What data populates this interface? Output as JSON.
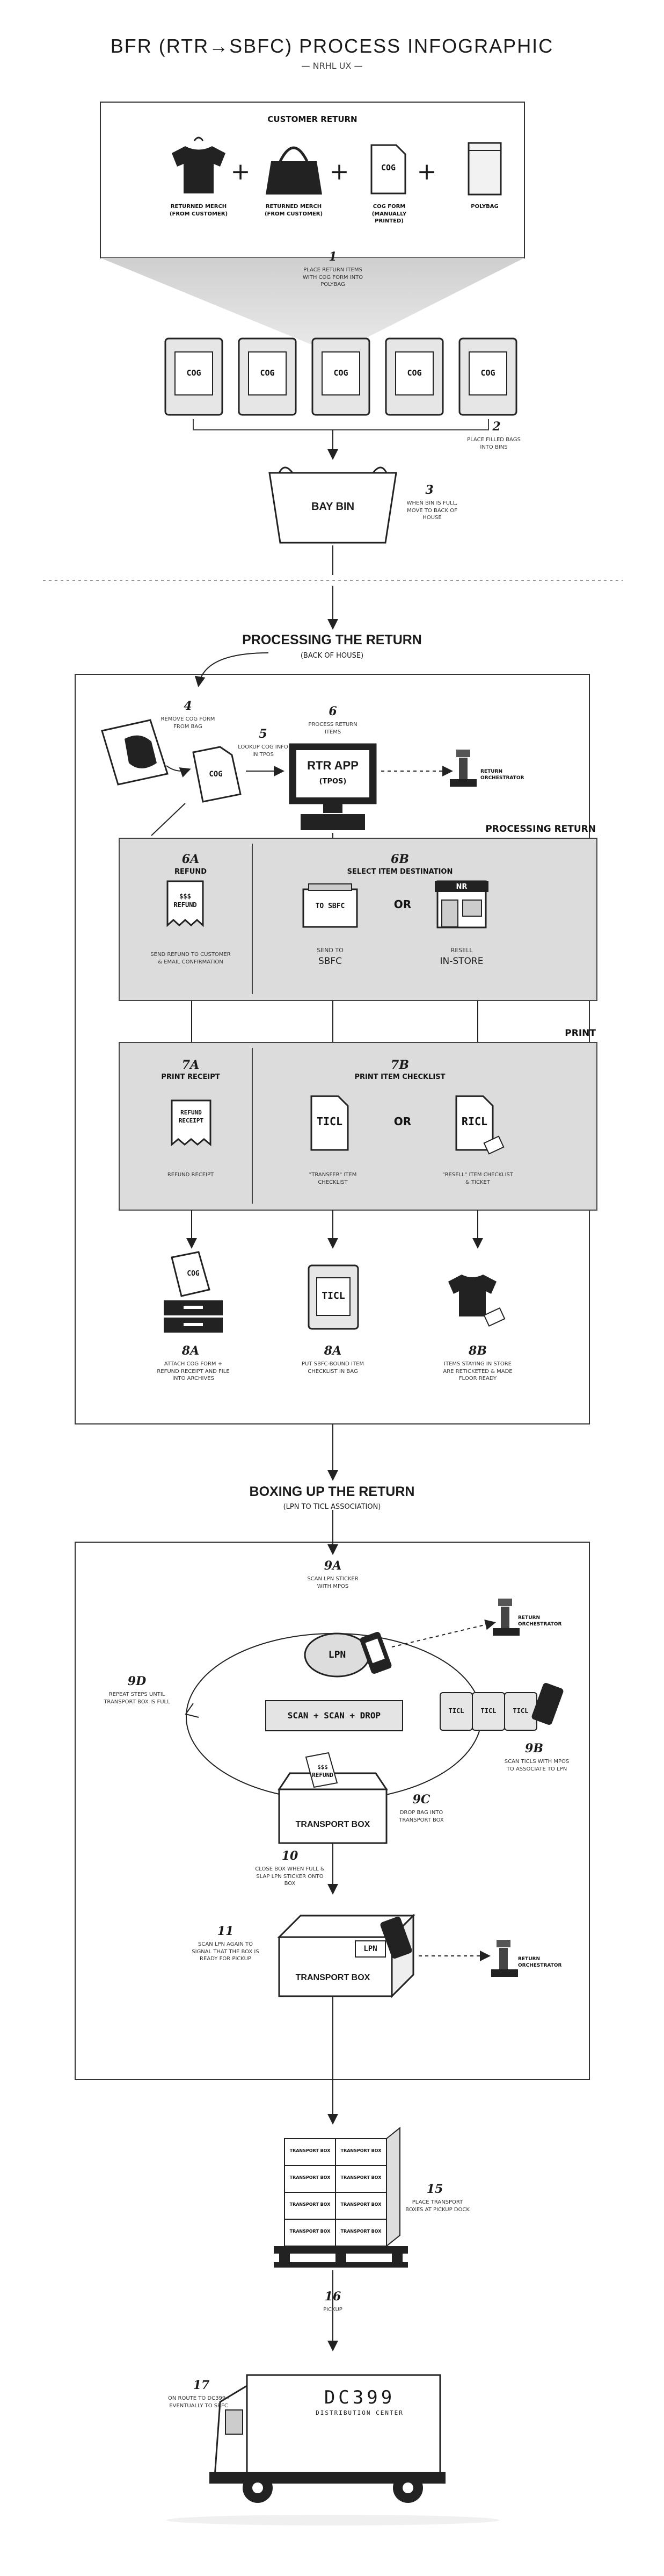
{
  "header": {
    "title": "BFR (RTR→SBFC) PROCESS INFOGRAPHIC",
    "subtitle": "— NRHL UX —"
  },
  "customer_return": {
    "title": "CUSTOMER RETURN",
    "items": [
      {
        "label": "RETURNED MERCH (FROM CUSTOMER)",
        "icon": "tshirt-icon"
      },
      {
        "label": "RETURNED MERCH (FROM CUSTOMER)",
        "icon": "handbag-icon"
      },
      {
        "label": "COG FORM (MANUALLY PRINTED)",
        "icon": "cog-form-icon",
        "text": "COG"
      },
      {
        "label": "POLYBAG",
        "icon": "polybag-icon"
      }
    ],
    "plus": "+"
  },
  "steps": {
    "s1": {
      "num": "1",
      "text": "PLACE RETURN ITEMS WITH COG FORM INTO POLYBAG"
    },
    "bags": [
      "COG",
      "COG",
      "COG",
      "COG",
      "COG"
    ],
    "s2": {
      "num": "2",
      "text": "PLACE FILLED BAGS INTO BINS"
    },
    "bin": "BAY BIN",
    "s3": {
      "num": "3",
      "text": "WHEN BIN IS FULL, MOVE TO BACK OF HOUSE"
    }
  },
  "processing": {
    "title": "PROCESSING THE RETURN",
    "subtitle": "(BACK OF HOUSE)",
    "s4": {
      "num": "4",
      "text": "REMOVE COG FORM FROM BAG"
    },
    "s5": {
      "num": "5",
      "text": "LOOKUP COG INFO IN TPOS"
    },
    "s6": {
      "num": "6",
      "text": "PROCESS RETURN ITEMS"
    },
    "cog": "COG",
    "app": {
      "line1": "RTR APP",
      "line2": "(TPOS)"
    },
    "orchestrator": "RETURN ORCHESTRATOR",
    "band1": "PROCESSING RETURN",
    "s6a": {
      "num": "6A",
      "title": "REFUND",
      "icon_text": "$$$ REFUND",
      "text": "SEND REFUND TO CUSTOMER & EMAIL CONFIRMATION"
    },
    "s6b": {
      "num": "6B",
      "title": "SELECT ITEM DESTINATION",
      "opt1_box": "TO SBFC",
      "opt1_a": "SEND TO",
      "opt1_b": "SBFC",
      "or": "OR",
      "opt2_store": "NR",
      "opt2_a": "RESELL",
      "opt2_b": "IN-STORE"
    },
    "band2": "PRINT",
    "s7a": {
      "num": "7A",
      "title": "PRINT RECEIPT",
      "icon_text": "REFUND RECEIPT",
      "text": "REFUND RECEIPT"
    },
    "s7b": {
      "num": "7B",
      "title": "PRINT ITEM CHECKLIST",
      "doc1": "TICL",
      "doc2": "RICL",
      "or": "OR",
      "text1": "\"TRANSFER\" ITEM CHECKLIST",
      "text2": "\"RESELL\" ITEM CHECKLIST & TICKET"
    },
    "s8a_left": {
      "num": "8A",
      "text": "ATTACH COG FORM + REFUND RECEIPT AND FILE INTO ARCHIVES"
    },
    "s8a_mid": {
      "num": "8A",
      "bag": "TICL",
      "text": "PUT SBFC-BOUND ITEM CHECKLIST IN BAG"
    },
    "s8b": {
      "num": "8B",
      "text": "ITEMS STAYING IN STORE ARE RETICKETED & MADE FLOOR READY"
    }
  },
  "boxing": {
    "title": "BOXING UP THE RETURN",
    "subtitle": "(LPN TO TICL ASSOCIATION)",
    "s9a": {
      "num": "9A",
      "text": "SCAN LPN STICKER WITH MPOS"
    },
    "lpn": "LPN",
    "mpos": "MPOS",
    "orchestrator": "RETURN ORCHESTRATOR",
    "loop": "SCAN + SCAN + DROP",
    "ticl": [
      "TICL",
      "TICL",
      "TICL"
    ],
    "s9b": {
      "num": "9B",
      "text": "SCAN TICLS WITH MPOS TO ASSOCIATE TO LPN"
    },
    "s9c": {
      "num": "9C",
      "text": "DROP BAG INTO TRANSPORT BOX"
    },
    "s9d": {
      "num": "9D",
      "text": "REPEAT STEPS UNTIL TRANSPORT BOX IS FULL"
    },
    "box": "TRANSPORT BOX",
    "s10": {
      "num": "10",
      "text": "CLOSE BOX WHEN FULL & SLAP LPN STICKER ONTO BOX"
    },
    "s11": {
      "num": "11",
      "text": "SCAN LPN AGAIN TO SIGNAL THAT THE BOX IS READY FOR PICKUP"
    }
  },
  "shipping": {
    "pallet_box": "TRANSPORT BOX",
    "s15": {
      "num": "15",
      "text": "PLACE TRANSPORT BOXES AT PICKUP DOCK"
    },
    "s16": {
      "num": "16",
      "text": "PICKUP"
    },
    "s17": {
      "num": "17",
      "text": "ON ROUTE TO DC399 - EVENTUALLY TO SBFC"
    },
    "truck_big": "DC399",
    "truck_small": "DISTRIBUTION CENTER"
  }
}
